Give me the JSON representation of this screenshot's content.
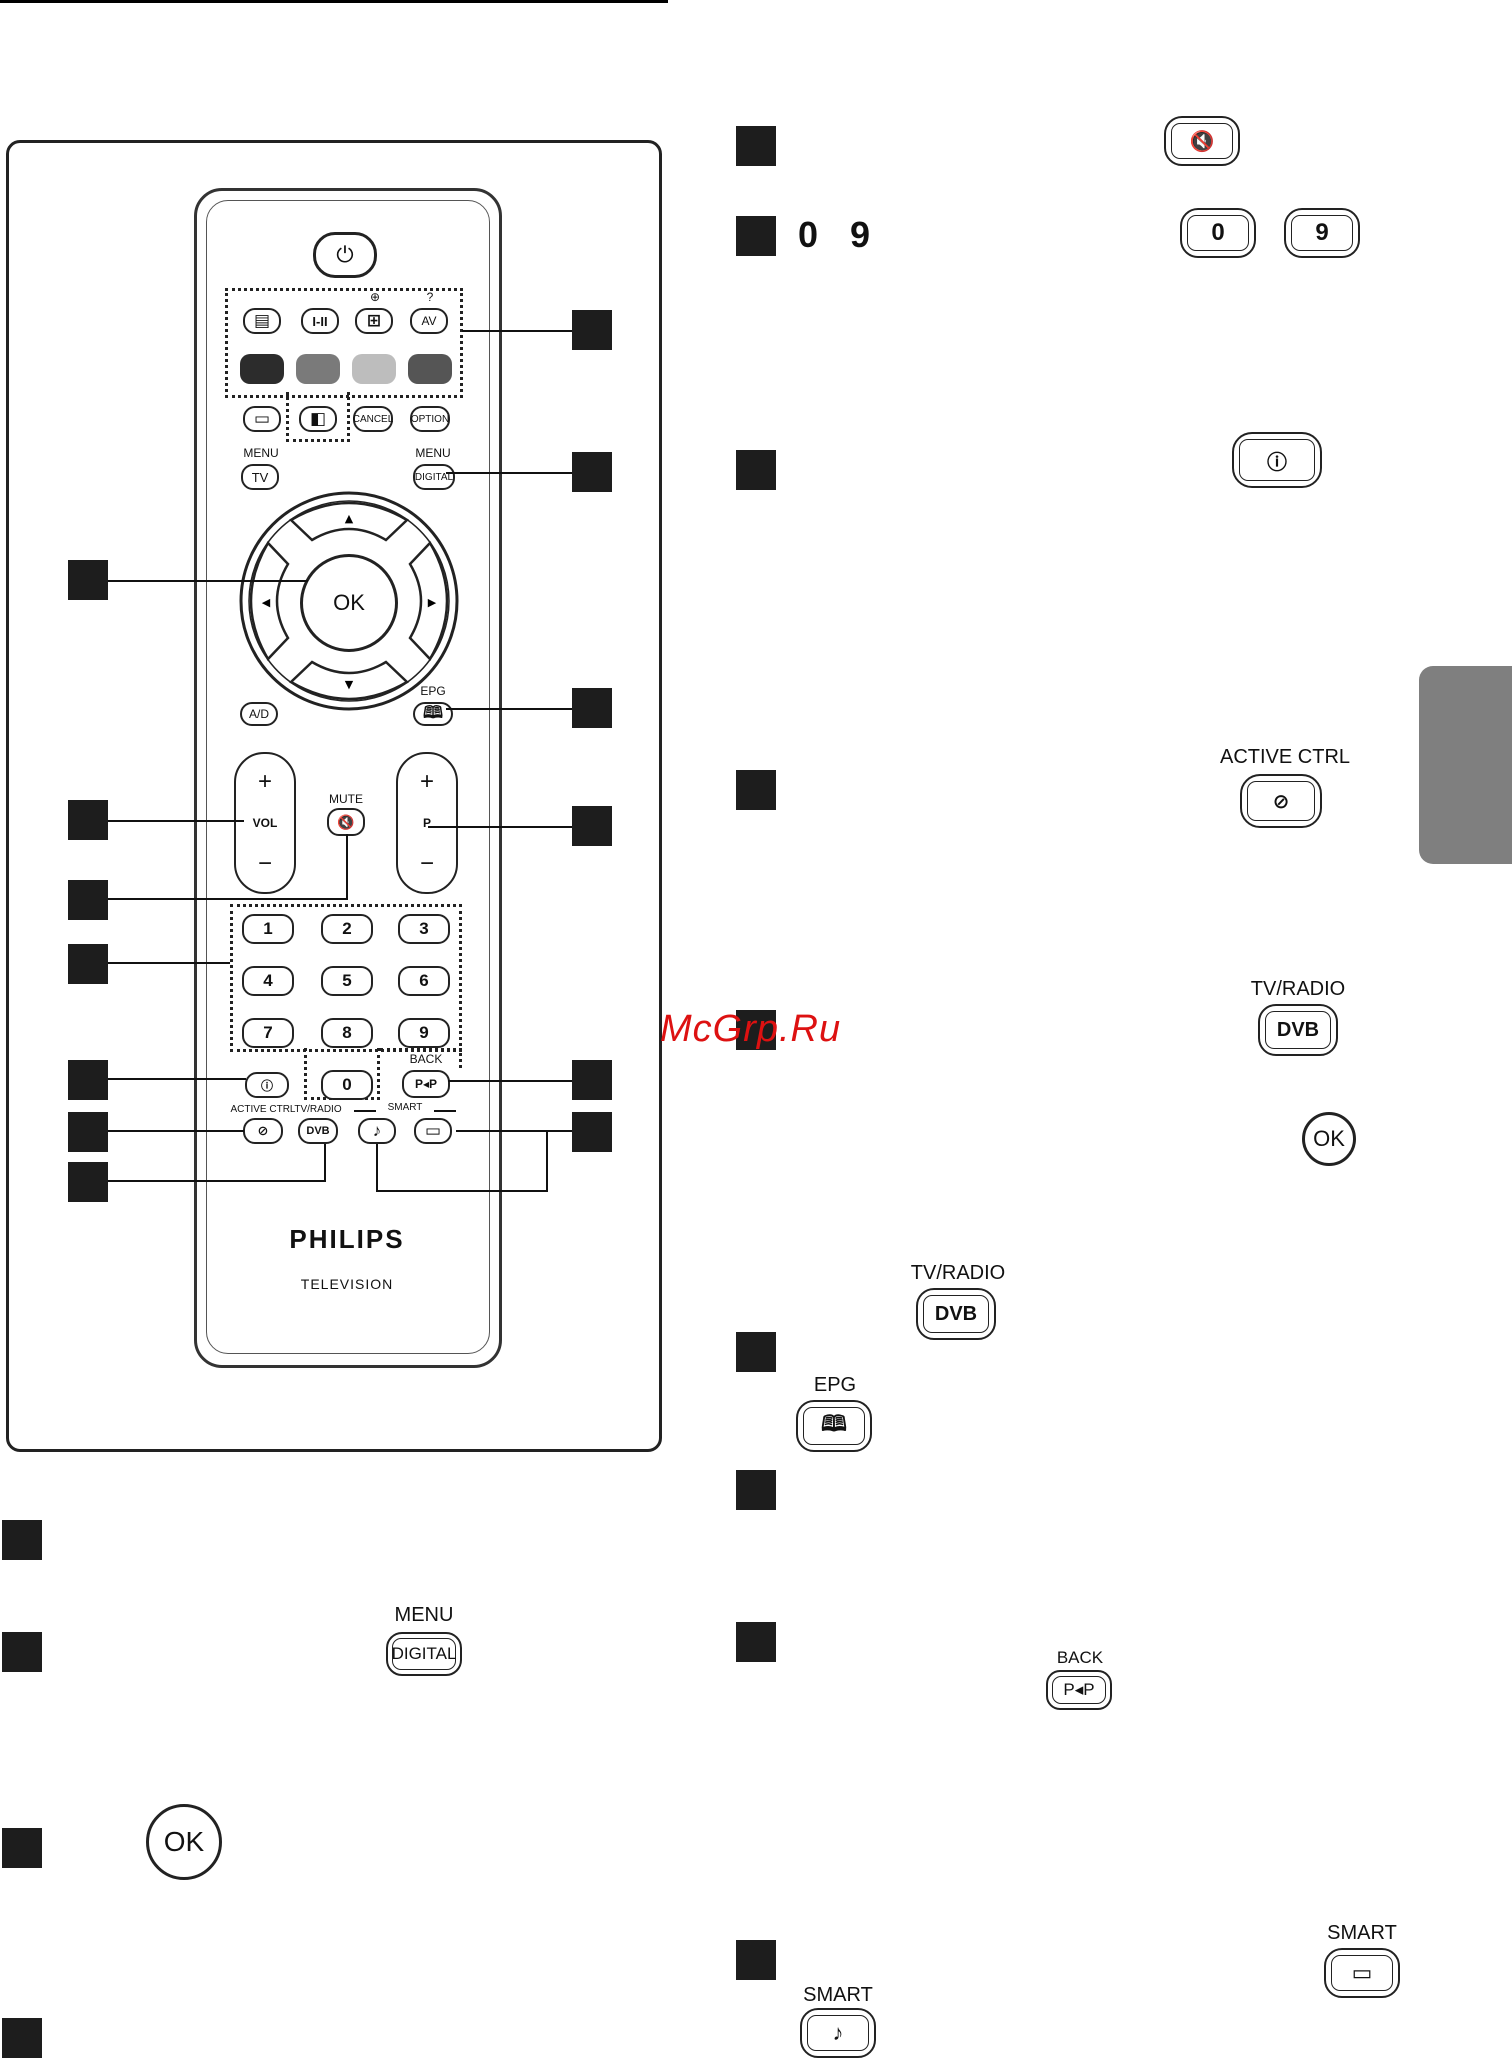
{
  "remote": {
    "buttons": {
      "ok": "OK",
      "av": "AV",
      "i_ii": "I-II",
      "cancel": "CANCEL",
      "option": "OPTION",
      "tv": "TV",
      "digital": "DIGITAL",
      "ad": "A/D",
      "vol": "VOL",
      "p": "P",
      "plus": "+",
      "minus": "−",
      "back_pp": "P◂P",
      "dvb": "DVB",
      "numbers": [
        "1",
        "2",
        "3",
        "4",
        "5",
        "6",
        "7",
        "8",
        "9",
        "0"
      ]
    },
    "labels": {
      "menu_left": "MENU",
      "menu_right": "MENU",
      "epg": "EPG",
      "mute": "MUTE",
      "back": "BACK",
      "active_ctrl": "ACTIVE CTRL",
      "tv_radio": "TV/RADIO",
      "smart": "SMART"
    },
    "brand": "PHILIPS",
    "sub_brand": "TELEVISION",
    "colors": {
      "red": "#2c2c2c",
      "green": "#7a7a7a",
      "yellow": "#bdbdbd",
      "blue": "#555555"
    }
  },
  "right_column": {
    "digits": {
      "start": "0",
      "end": "9"
    },
    "digit_buttons": [
      "0",
      "9"
    ],
    "active_ctrl_label": "ACTIVE CTRL",
    "tv_radio_label_1": "TV/RADIO",
    "dvb_label": "DVB",
    "ok_label": "OK",
    "tv_radio_label_2": "TV/RADIO",
    "epg_label": "EPG",
    "back_label": "BACK",
    "back_pp_label": "P◂P",
    "smart_label_1": "SMART",
    "smart_label_2": "SMART"
  },
  "left_column": {
    "menu_label": "MENU",
    "digital_label": "DIGITAL",
    "ok_label": "OK"
  },
  "watermark": "McGrp.Ru"
}
